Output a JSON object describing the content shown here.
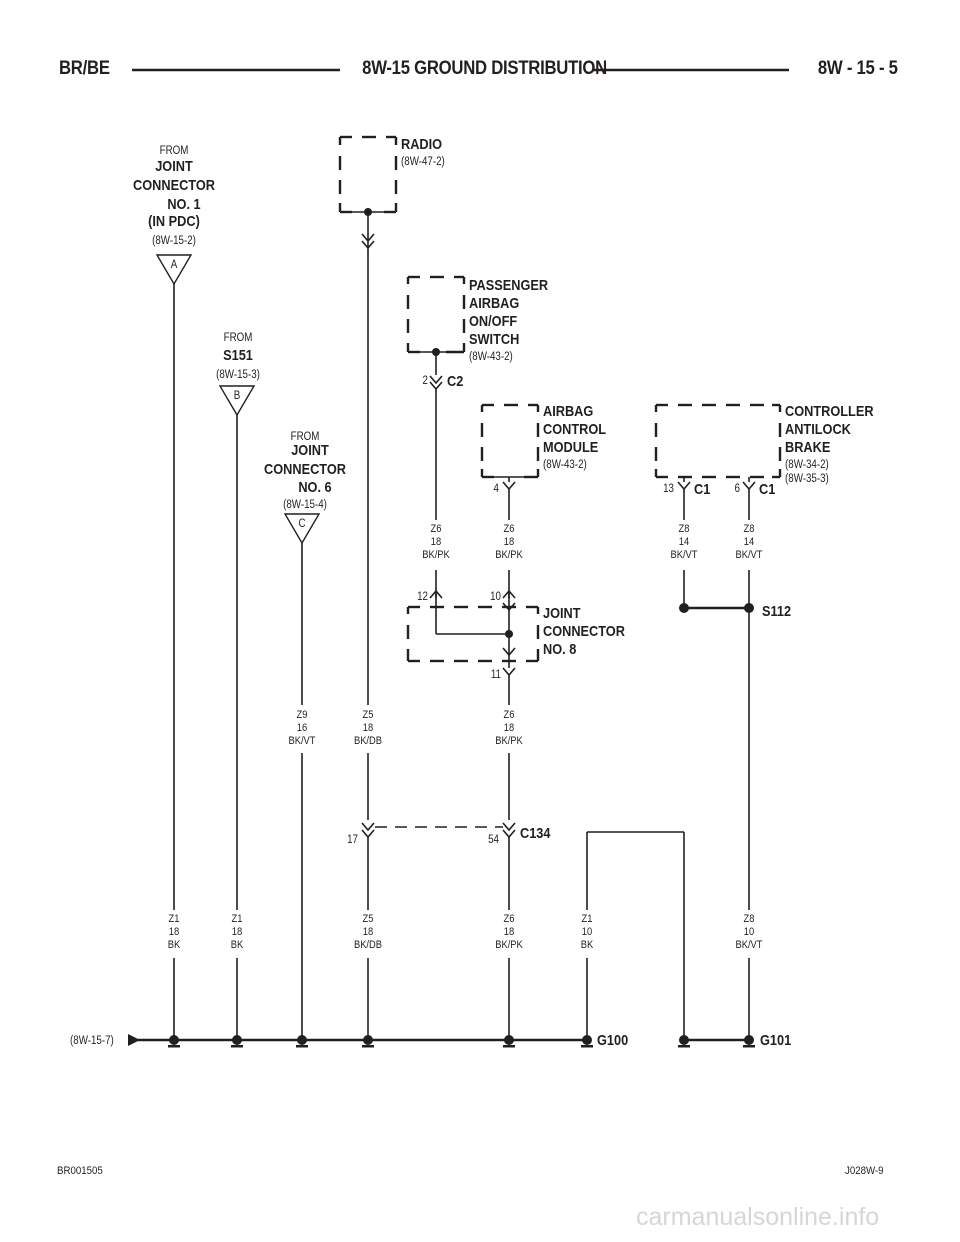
{
  "header": {
    "left": "BR/BE",
    "center": "8W-15 GROUND DISTRIBUTION",
    "right": "8W - 15 - 5"
  },
  "from_a": {
    "from": "FROM",
    "lines": [
      "JOINT",
      "CONNECTOR",
      "NO. 1",
      "(IN PDC)"
    ],
    "ref": "(8W-15-2)",
    "tag": "A"
  },
  "from_b": {
    "from": "FROM",
    "lines": [
      "S151"
    ],
    "ref": "(8W-15-3)",
    "tag": "B"
  },
  "from_c": {
    "from": "FROM",
    "lines": [
      "JOINT",
      "CONNECTOR",
      "NO. 6"
    ],
    "ref": "(8W-15-4)",
    "tag": "C"
  },
  "radio": {
    "name": "RADIO",
    "ref": "(8W-47-2)"
  },
  "passenger_switch": {
    "lines": [
      "PASSENGER",
      "AIRBAG",
      "ON/OFF",
      "SWITCH"
    ],
    "ref": "(8W-43-2)",
    "pin": "2",
    "connector": "C2"
  },
  "airbag_module": {
    "lines": [
      "AIRBAG",
      "CONTROL",
      "MODULE"
    ],
    "ref": "(8W-43-2)",
    "pin": "4"
  },
  "abs_controller": {
    "lines": [
      "CONTROLLER",
      "ANTILOCK",
      "BRAKE"
    ],
    "refs": [
      "(8W-34-2)",
      "(8W-35-3)"
    ],
    "pin_a": "13",
    "conn_a": "C1",
    "pin_b": "6",
    "conn_b": "C1"
  },
  "joint8": {
    "lines": [
      "JOINT",
      "CONNECTOR",
      "NO. 8"
    ],
    "pin_in_a": "12",
    "pin_in_b": "10",
    "pin_out": "11"
  },
  "splice": {
    "name": "S112"
  },
  "c134": {
    "name": "C134",
    "pin_left": "17",
    "pin_right": "54"
  },
  "wires": {
    "w_z6_switch": [
      "Z6",
      "18",
      "BK/PK"
    ],
    "w_z6_module": [
      "Z6",
      "18",
      "BK/PK"
    ],
    "w_z8_a": [
      "Z8",
      "14",
      "BK/VT"
    ],
    "w_z8_b": [
      "Z8",
      "14",
      "BK/VT"
    ],
    "w_z9": [
      "Z9",
      "16",
      "BK/VT"
    ],
    "w_z5_up": [
      "Z5",
      "18",
      "BK/DB"
    ],
    "w_z6_mid": [
      "Z6",
      "18",
      "BK/PK"
    ],
    "w_z1_a": [
      "Z1",
      "18",
      "BK"
    ],
    "w_z1_b": [
      "Z1",
      "18",
      "BK"
    ],
    "w_z5_low": [
      "Z5",
      "18",
      "BK/DB"
    ],
    "w_z6_low": [
      "Z6",
      "18",
      "BK/PK"
    ],
    "w_z1_c": [
      "Z1",
      "10",
      "BK"
    ],
    "w_z8_low": [
      "Z8",
      "10",
      "BK/VT"
    ]
  },
  "grounds": {
    "ref_left": "(8W-15-7)",
    "g100": "G100",
    "g101": "G101"
  },
  "footer": {
    "left": "BR001505",
    "right": "J028W-9"
  },
  "watermark": "carmanualsonline.info"
}
